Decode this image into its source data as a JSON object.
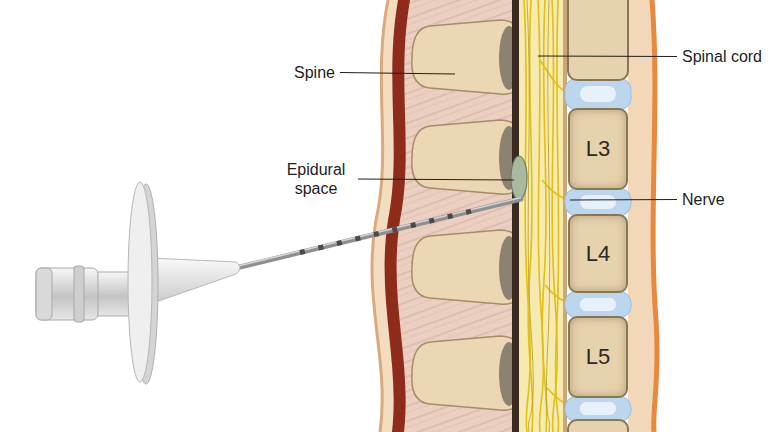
{
  "diagram": {
    "nodes": [
      {
        "text": [
          "L3"
        ]
      },
      {
        "text": [
          "L4"
        ]
      },
      {
        "text": [
          "L5"
        ]
      }
    ],
    "labels": [
      "Spine",
      "Spinal cord",
      "Epidural space",
      "Nerve"
    ]
  }
}
